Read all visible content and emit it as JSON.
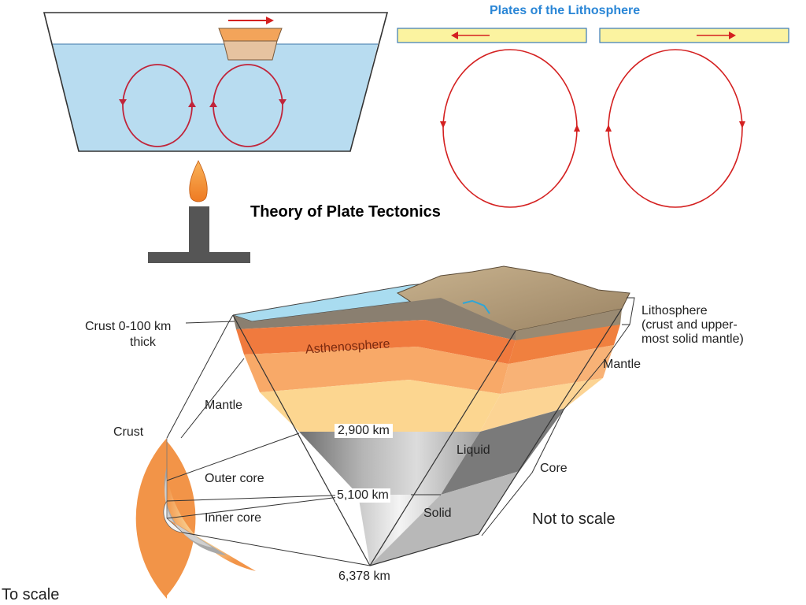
{
  "title": "Theory of Plate Tectonics",
  "plates_title": "Plates of the Lithosphere",
  "labels": {
    "crust_thick_line1": "Crust 0-100 km",
    "crust_thick_line2": "thick",
    "lithosphere_line1": "Lithosphere",
    "lithosphere_line2": "(crust and upper-",
    "lithosphere_line3": "most solid mantle)",
    "asthenosphere": "Asthenosphere",
    "mantle_right": "Mantle",
    "mantle_left": "Mantle",
    "crust": "Crust",
    "depth_2900": "2,900 km",
    "liquid": "Liquid",
    "core": "Core",
    "outer_core": "Outer core",
    "depth_5100": "5,100 km",
    "solid": "Solid",
    "inner_core": "Inner core",
    "not_to_scale": "Not to scale",
    "depth_6378": "6,378 km",
    "to_scale": "To scale"
  },
  "colors": {
    "water": "#b8dcf0",
    "arrow_red": "#d42020",
    "plate_yellow": "#fbf3a0",
    "plates_title_blue": "#2a86d6",
    "asthenosphere": "#f07a3e",
    "mantle_light": "#fcd690",
    "core_gray": "#8a8a8a"
  }
}
